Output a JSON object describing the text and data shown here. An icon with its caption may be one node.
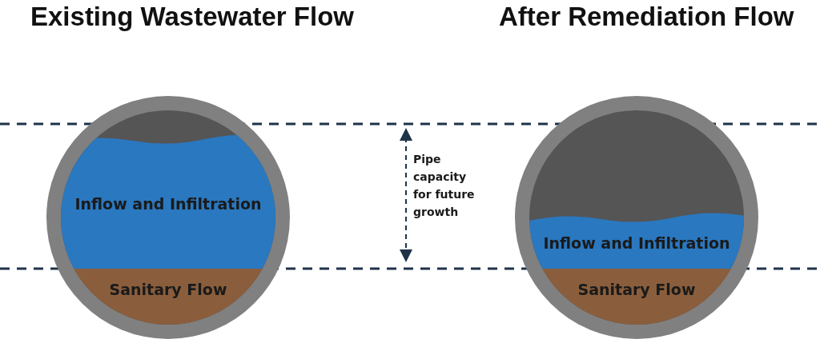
{
  "diagram": {
    "nodes": [
      {
        "text": [
          "Existing Wastewater Flow"
        ]
      },
      {
        "text": [
          "Inflow and Infiltration"
        ],
        "in": 0
      },
      {
        "text": [
          "Sanitary Flow"
        ],
        "in": 0
      },
      {
        "text": [
          "After Remediation Flow"
        ]
      },
      {
        "text": [
          "Inflow and Infiltration"
        ],
        "in": 3
      },
      {
        "text": [
          "Sanitary Flow"
        ],
        "in": 3
      }
    ],
    "edges": [],
    "labels": [
      "Pipe capacity for future growth"
    ]
  }
}
